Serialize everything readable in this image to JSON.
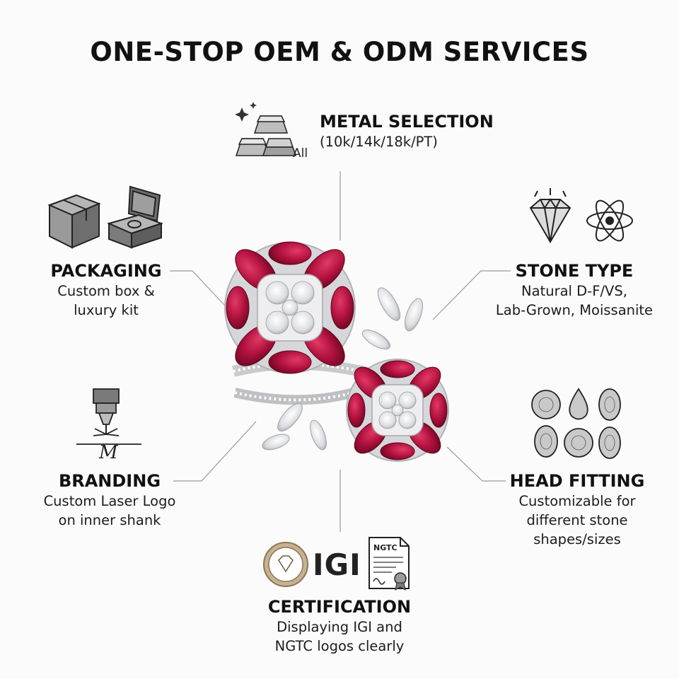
{
  "title": "ONE-STOP OEM & ODM SERVICES",
  "metal": {
    "title": "METAL SELECTION",
    "desc": "(10k/14k/18k/PT)",
    "icon": "metal-bars-icon",
    "badge": "All"
  },
  "packaging": {
    "title": "PACKAGING",
    "desc_lines": [
      "Custom box &",
      "luxury kit"
    ],
    "icons": [
      "cardboard-box-icon",
      "ring-box-icon"
    ]
  },
  "stone": {
    "title": "STONE TYPE",
    "desc_lines": [
      "Natural D-F/VS,",
      "Lab-Grown, Moissanite"
    ],
    "icons": [
      "diamond-icon",
      "atom-icon"
    ]
  },
  "branding": {
    "title": "BRANDING",
    "desc_lines": [
      "Custom Laser Logo",
      "on inner shank"
    ],
    "icon": "laser-engraver-icon",
    "logo_letter": "M"
  },
  "head": {
    "title": "HEAD FITTING",
    "desc_lines": [
      "Customizable for",
      "different stone",
      "shapes/sizes"
    ],
    "icon": "stone-shapes-icon"
  },
  "cert": {
    "title": "CERTIFICATION",
    "desc_lines": [
      "Displaying IGI and",
      "NGTC logos clearly"
    ],
    "igi_label": "IGI",
    "ngtc_label": "NGTC",
    "icons": [
      "igi-seal-icon",
      "ngtc-certificate-icon"
    ]
  },
  "colors": {
    "ruby": "#b3123f",
    "ruby_dark": "#7a0a28",
    "metal": "#d9d9dc",
    "text": "#111111",
    "line": "#9a9a9a"
  }
}
